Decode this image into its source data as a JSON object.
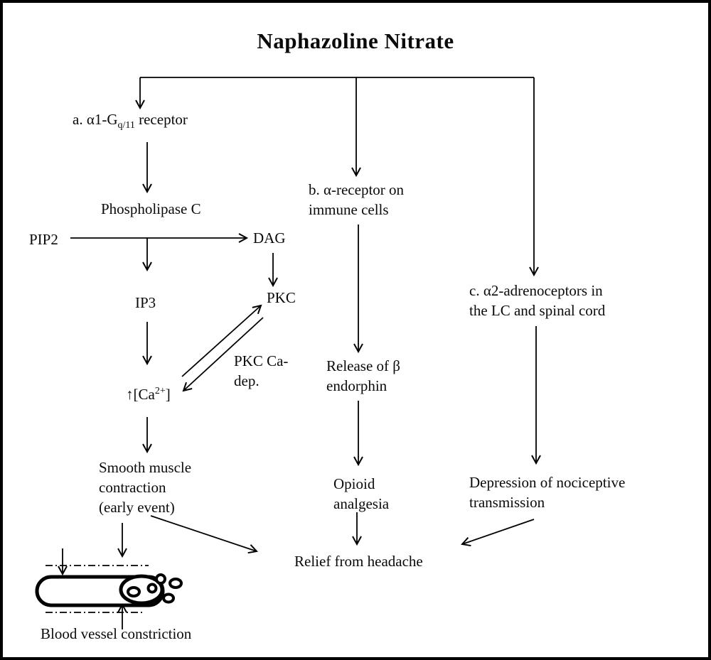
{
  "title": "Naphazoline Nitrate",
  "colors": {
    "ink": "#000000",
    "background": "#ffffff"
  },
  "nodes": {
    "receptor_a": {
      "prefix": "a. α1-G",
      "sub": "q/11",
      "suffix": " receptor"
    },
    "phospholipase": "Phospholipase C",
    "pip2": "PIP2",
    "dag": "DAG",
    "ip3": "IP3",
    "pkc": "PKC",
    "pkc_ca_dep": {
      "line1": "PKC Ca-",
      "line2": "dep."
    },
    "calcium": {
      "prefix": "↑[Ca",
      "sup": "2+",
      "suffix": "]"
    },
    "smooth_muscle": {
      "line1": "Smooth muscle",
      "line2": "contraction",
      "line3": "(early event)"
    },
    "receptor_b": {
      "line1": "b. α-receptor on",
      "line2": "immune cells"
    },
    "beta_endorphin": {
      "line1": "Release of β",
      "line2": "endorphin"
    },
    "opioid": {
      "line1": "Opioid",
      "line2": "analgesia"
    },
    "receptor_c": {
      "line1": "c. α2-adrenoceptors in",
      "line2": "the LC and spinal cord"
    },
    "depression": {
      "line1": "Depression of nociceptive",
      "line2": "transmission"
    },
    "relief": "Relief from headache",
    "blood_vessel": "Blood vessel constriction"
  }
}
